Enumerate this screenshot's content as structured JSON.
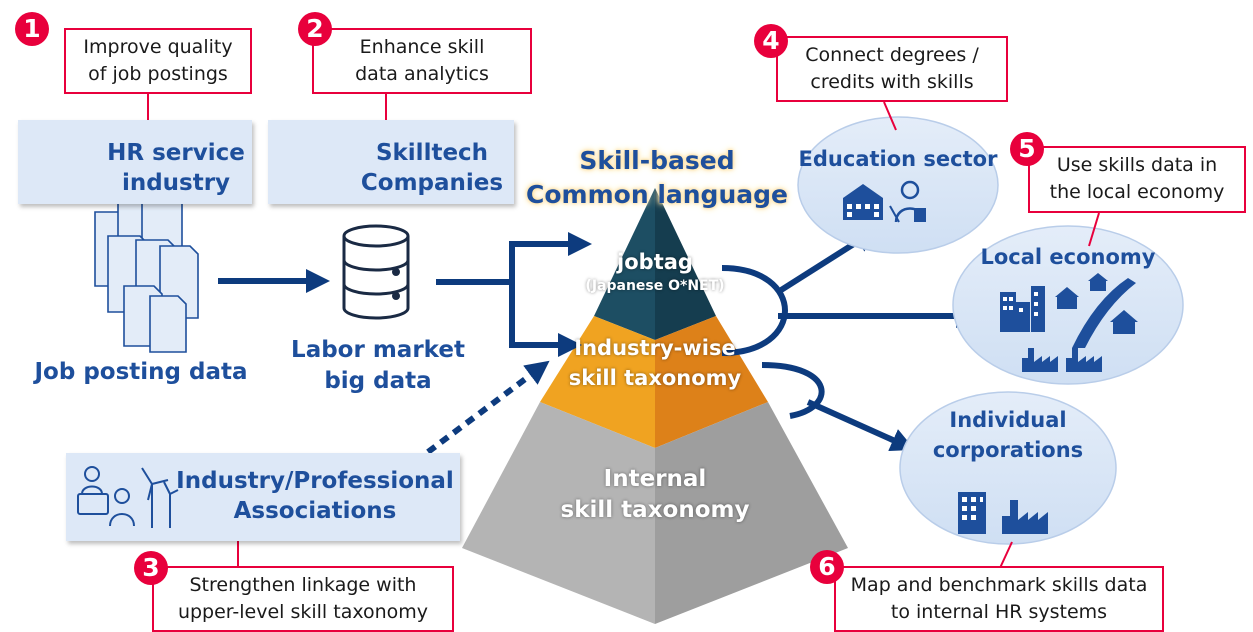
{
  "callouts": {
    "c1": {
      "number": "1",
      "line1": "Improve quality",
      "line2": "of job postings"
    },
    "c2": {
      "number": "2",
      "line1": "Enhance skill",
      "line2": "data analytics"
    },
    "c3": {
      "number": "3",
      "line1": "Strengthen linkage with",
      "line2": "upper-level skill taxonomy"
    },
    "c4": {
      "number": "4",
      "line1": "Connect degrees /",
      "line2": "credits with skills"
    },
    "c5": {
      "number": "5",
      "line1": "Use skills data in",
      "line2": "the local economy"
    },
    "c6": {
      "number": "6",
      "line1": "Map and benchmark skills data",
      "line2": "to internal HR systems"
    }
  },
  "actors": {
    "hr": {
      "line1": "HR service",
      "line2": "industry"
    },
    "skilltech": {
      "line1": "Skilltech",
      "line2": "Companies"
    },
    "associations": {
      "line1": "Industry/Professional",
      "line2": "Associations"
    }
  },
  "sources": {
    "job_posting": "Job posting data",
    "labor_market": {
      "line1": "Labor market",
      "line2": "big data"
    }
  },
  "pyramid": {
    "heading": {
      "line1": "Skill-based",
      "line2": "Common language"
    },
    "top": {
      "line1": "jobtag",
      "line2": "(Japanese O*NET)"
    },
    "middle": {
      "line1": "Industry-wise",
      "line2": "skill taxonomy"
    },
    "bottom": {
      "line1": "Internal",
      "line2": "skill taxonomy"
    }
  },
  "destinations": {
    "education": "Education sector",
    "local": "Local economy",
    "corporations": {
      "line1": "Individual",
      "line2": "corporations"
    }
  },
  "colors": {
    "accent_red": "#e8003c",
    "navy": "#1e4f9c",
    "arrow_navy": "#0d3b7e",
    "box_fill": "#dde8f7",
    "pyramid_top": "#1d4e63",
    "pyramid_middle": "#f0a321",
    "pyramid_bottom": "#b4b4b4"
  },
  "icons": [
    "person-headset-icon",
    "cloud-network-icon",
    "document-stack-icon",
    "database-icon",
    "school-teacher-icon",
    "city-houses-factory-icon",
    "office-factory-icon",
    "workers-wind-turbine-icon"
  ]
}
